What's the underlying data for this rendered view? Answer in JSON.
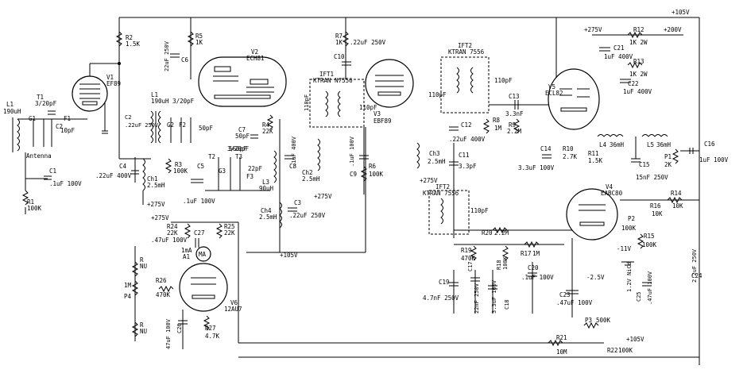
{
  "rail": {
    "top": "+105V"
  },
  "antenna": {
    "label": "Antenna",
    "coil": "L1",
    "coil_value": "190uH",
    "r1": "R1",
    "r1_value": "100K",
    "c1": "C1",
    "c1_value": ".1uF 100V"
  },
  "stage1": {
    "tube": "V1",
    "tube_type": "EF89",
    "t1": "T1",
    "t1_value": "3/20pF",
    "g1": "G1",
    "c2": "C2",
    "c2_value": ".22uF 250V",
    "f1": "F1",
    "f1_value": "10pF",
    "r2": "R2",
    "r2_value": "1.5K",
    "c4": "C4",
    "c4_value": ".22uF 400V",
    "ch1": "Ch1",
    "ch1_value": "2.5mH",
    "supply": "+275V"
  },
  "mixer": {
    "tube": "V2",
    "tube_type": "ECH81",
    "l1": "L1",
    "l1_value": "190uH 3/20pF",
    "r5": "R5",
    "r5_value": "1K",
    "c6": "C6",
    "c6_value": "22uF 250V",
    "g2": "G2",
    "f2": "F2",
    "f2_value": "50pF",
    "r3": "R3",
    "r3_value": "100K",
    "c5": "C5",
    "c5_value": ".1uF 100V",
    "c7": "C7",
    "c7_value": "50pF",
    "r4": "R4",
    "r4_value": "22K",
    "t2": "T2",
    "t3": "T3",
    "t3_value": "3/20pF",
    "g3": "G3",
    "f3": "F3",
    "f3_value": "22pF",
    "c560": "560pF",
    "l3": "L3",
    "l3_value": "90uH",
    "ch4": "Ch4",
    "ch4_value": "2.5mH",
    "c8": "C8",
    "c8_value": ".1uF 400V",
    "c3": "C3",
    "c3_value": ".22uF 250V",
    "bplus": "+105V"
  },
  "if1": {
    "ift": "IFT1",
    "model": "KTRAN N7556",
    "r7": "R7",
    "r7_value": "1K",
    "c10": "C10",
    "c10_value": ".22uF 250V",
    "c110a": "110pF",
    "c110b": "110pF",
    "ch2": "Ch2",
    "ch2_value": "2.5mH",
    "supply": "+275V",
    "c9": "C9",
    "c9_value": ".1uF 100V",
    "r6": "R6",
    "r6_value": "100K",
    "tube": "V3",
    "tube_type": "EBF89"
  },
  "if2": {
    "ift": "IFT2",
    "model": "KTRAN 7556",
    "c110": "110pF",
    "c12": "C12",
    "c12_value": ".22uF 400V",
    "r8": "R8",
    "r8_value": "1M",
    "ch3": "Ch3",
    "ch3_value": "2.5mH",
    "supply": "+275V",
    "c11": "C11",
    "c11_value": "3.3pF",
    "c13": "C13",
    "c13_value": "3.3nF",
    "r9": "R9",
    "r9_value": "2.2M"
  },
  "bfo": {
    "tube": "V5",
    "tube_type": "ECL82",
    "supply_in": "+275V",
    "supply_out": "+200V",
    "r12": "R12",
    "r12_value": "1K 2W",
    "r13": "R13",
    "r13_value": "1K 2W",
    "c21": "C21",
    "c21_value": "1uF 400V",
    "c22": "C22",
    "c22_value": "1uF 400V",
    "c14": "C14",
    "c14_value": "3.3uF 100V",
    "r10": "R10",
    "r10_value": "2.7K",
    "r11": "R11",
    "r11_value": "1.5K",
    "l4": "L4",
    "l4_value": "36mH",
    "l5": "L5",
    "l5_value": "36mH",
    "c15": "C15",
    "c15_value": "15nF 250V",
    "p1": "P1",
    "p1_value": "2K",
    "c16": "C16",
    "c16_value": "1uF 100V"
  },
  "detector": {
    "ift": "IFT2",
    "model": "KTRAN 7556",
    "c110": "110pF",
    "tube": "V4",
    "tube_type": "EABC80",
    "r14": "R14",
    "r14_value": "10K",
    "r16": "R16",
    "r16_value": "10K",
    "p2": "P2",
    "p2_value": "100K",
    "r15": "R15",
    "r15_value": "100K",
    "c24": "C24",
    "c24_value": "2.2uF 250V",
    "r20": "R20",
    "r20_value": "2.2M",
    "r19": "R19",
    "r19_value": "470K",
    "r17": "R17",
    "r17_value": "1M",
    "r18": "R18",
    "r18_value": "100K",
    "c17": "C17",
    "c17_value": "22nF 250V",
    "c18": "C18",
    "c18_value": "3.3uF 100V",
    "c20": "C20",
    "c20_value": ".1uF 100V",
    "c19": "C19",
    "c19_value": "4.7nF 250V",
    "nicd": "1.2V NiCd",
    "bias_neg": "-2.5V",
    "bias_neg2": "-11V",
    "c23": "C23",
    "c23_value": ".47uF 100V",
    "c25": "C25",
    "c25_value": ".47uF 100V",
    "p3": "P3",
    "p3_value": "500K",
    "r21": "R21",
    "r21_value": "10M",
    "r22": "R22",
    "r22_value": "100K",
    "supply": "+105V"
  },
  "meter": {
    "tube": "V6",
    "tube_type": "12AU7",
    "meter": "MA",
    "meter_range": "1mA",
    "meter_ref": "A1",
    "supply": "+275V",
    "r24": "R24",
    "r24_value": "22K",
    "r25": "R25",
    "r25_value": "22K",
    "c27": "C27",
    "c27_value": ".47uF 100V",
    "r26": "R26",
    "r26_value": "470K",
    "p4": "P4",
    "p4_value": "1M",
    "r_nu1": "R",
    "r_nu1_value": "NU",
    "r_nu2": "R",
    "r_nu2_value": "NU",
    "c26": "C26",
    "c26_value": "47uF 100V",
    "r27": "R27",
    "r27_value": "4.7K"
  }
}
